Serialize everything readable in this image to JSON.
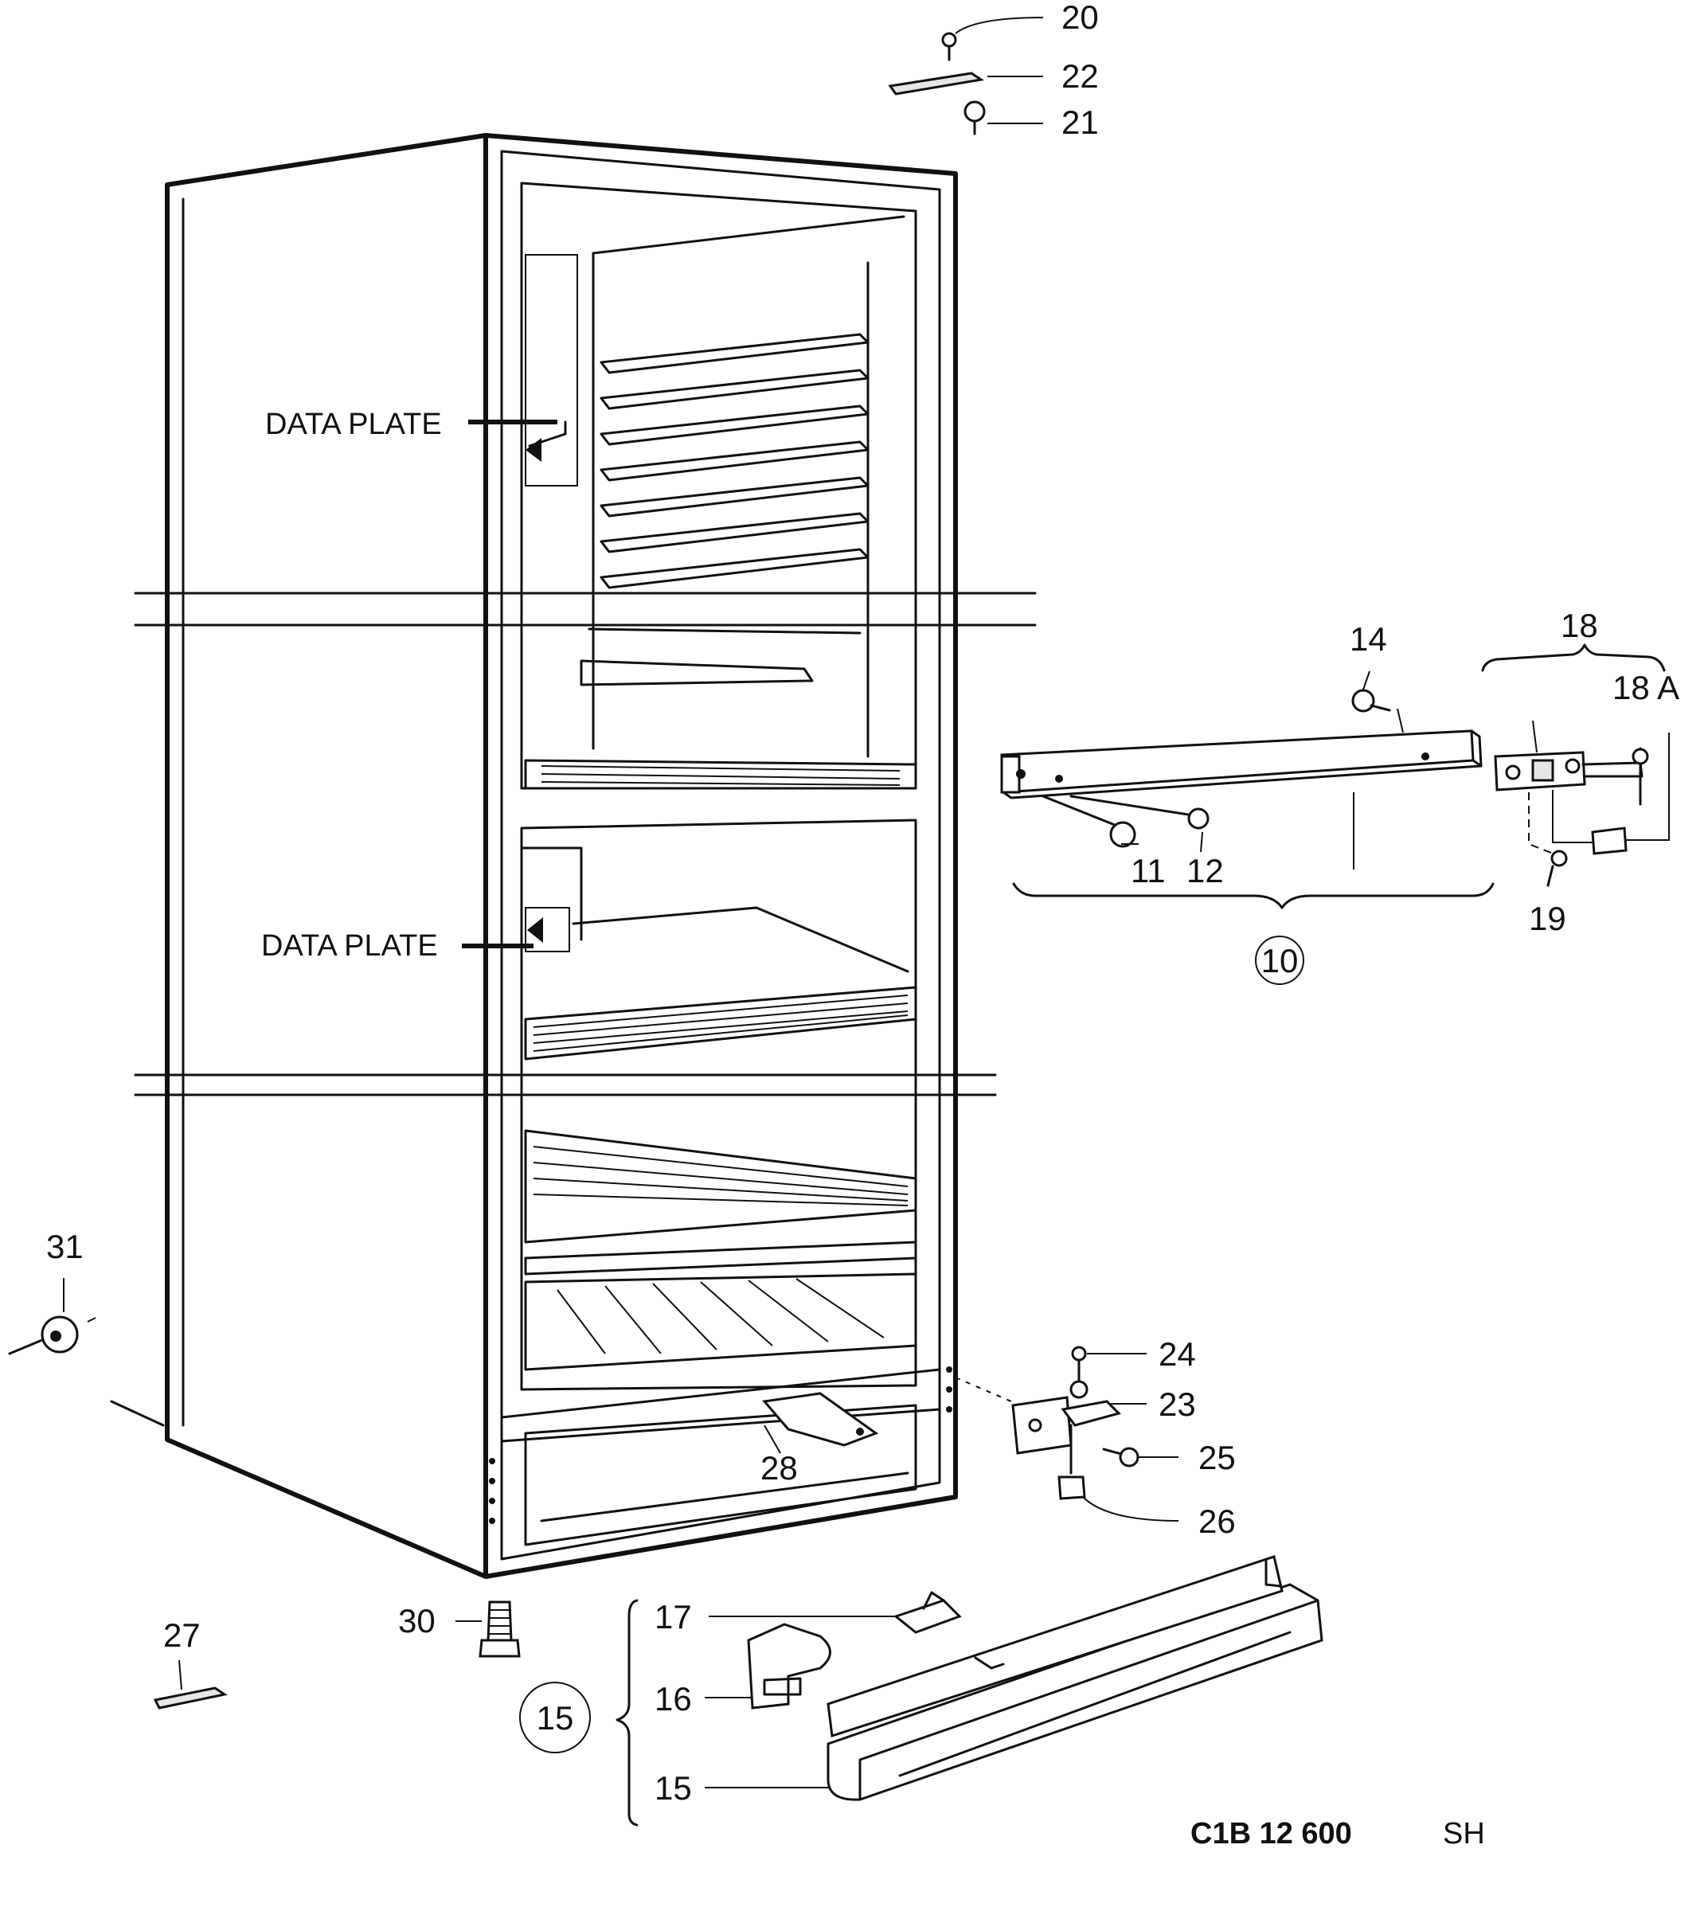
{
  "labels": {
    "p10": "10",
    "p11": "11",
    "p12": "12",
    "p14": "14",
    "p15": "15",
    "p15b": "15",
    "p16": "16",
    "p17": "17",
    "p18": "18",
    "p18a": "18 A",
    "p19": "19",
    "p20": "20",
    "p21": "21",
    "p22": "22",
    "p23": "23",
    "p24": "24",
    "p25": "25",
    "p26": "26",
    "p27": "27",
    "p28": "28",
    "p30": "30",
    "p31": "31"
  },
  "data_plate_upper": "DATA PLATE",
  "data_plate_lower": "DATA PLATE",
  "drawing_code": "C1B 12 600",
  "drawing_suffix": "SH"
}
